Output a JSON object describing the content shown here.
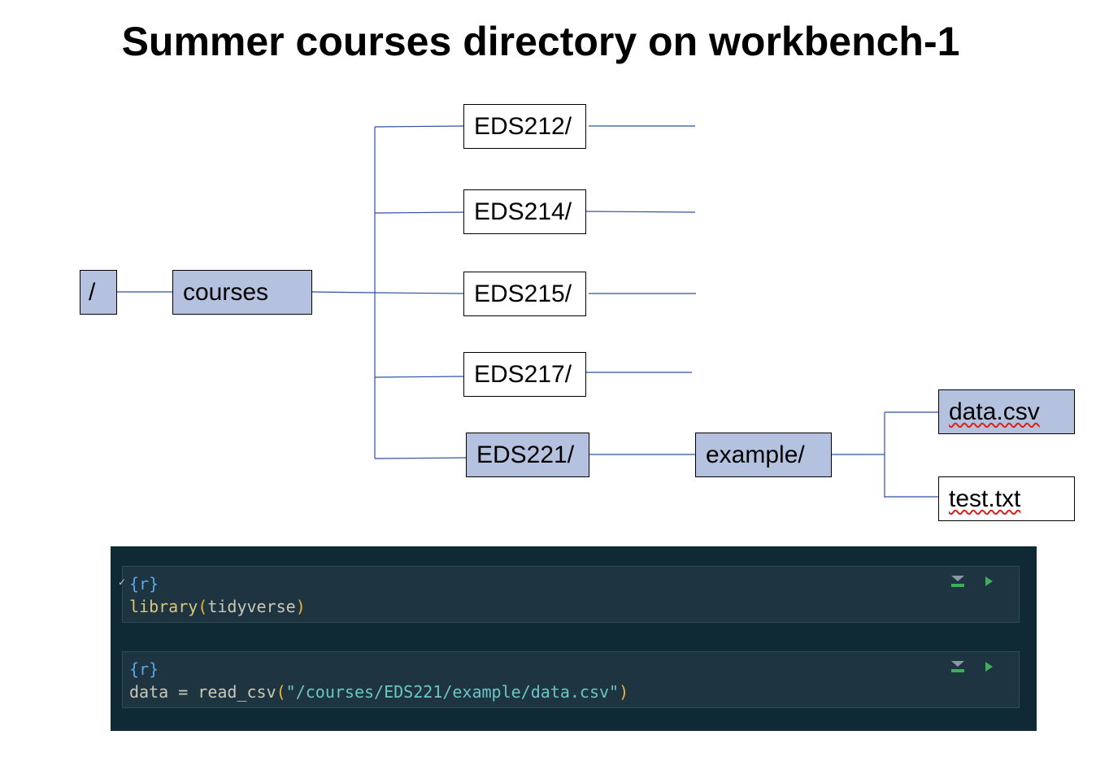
{
  "title": "Summer courses directory on workbench-1",
  "tree": {
    "root": "/",
    "courses": "courses",
    "eds212": "EDS212/",
    "eds214": "EDS214/",
    "eds215": "EDS215/",
    "eds217": "EDS217/",
    "eds221": "EDS221/",
    "example": "example/",
    "data_csv": "data.csv",
    "test_txt": "test.txt"
  },
  "colors": {
    "highlight_fill": "#b4c2df",
    "connector": "#2e4fa1",
    "editor_bg": "#0f2a35",
    "chunk_bg": "#1e3541"
  },
  "code": {
    "chunk1": {
      "header": "{r}",
      "fn": "library",
      "open": "(",
      "arg": "tidyverse",
      "close": ")"
    },
    "chunk2": {
      "header": "{r}",
      "var": "data",
      "op": " = ",
      "fn": "read_csv",
      "open": "(",
      "arg": "\"/courses/EDS221/example/data.csv\"",
      "close": ")"
    },
    "icons": [
      "fold-chunk-icon",
      "run-chunk-icon"
    ]
  }
}
